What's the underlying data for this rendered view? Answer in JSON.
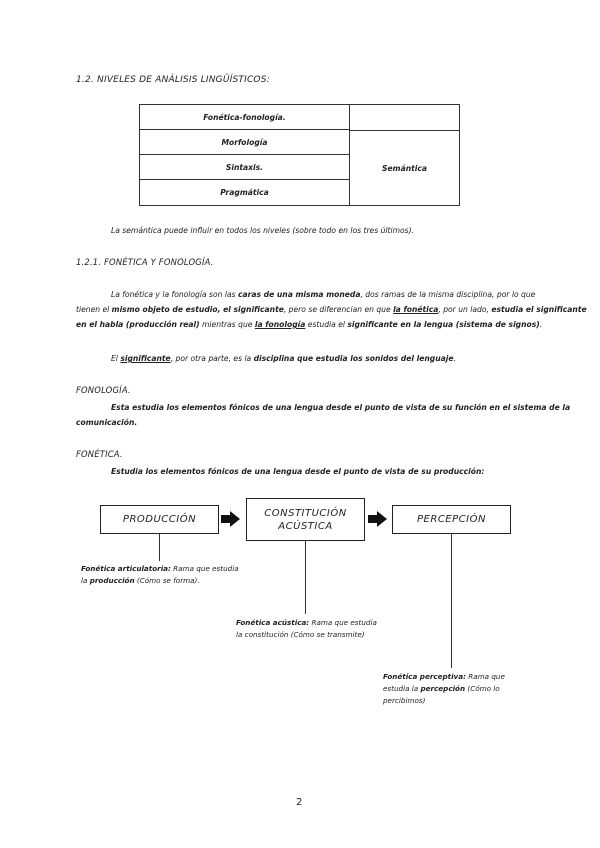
{
  "section": {
    "title": "1.2. NIVELES DE ANÁLISIS LINGÜÍSTICOS:"
  },
  "levels_table": {
    "rows": [
      "Fonética-fonología.",
      "Morfología",
      "Sintaxis.",
      "Pragmática"
    ],
    "right_label": "Semántica"
  },
  "note_semantics": "La semántica puede influir en todos los niveles (sobre todo en los tres últimos).",
  "subsection": {
    "title": "1.2.1. FONÉTICA Y FONOLOGÍA."
  },
  "para1": {
    "t1": "La fonética y la fonología son las ",
    "b1": "caras de una misma moneda",
    "t2": ", dos ramas de la misma disciplina, por lo que",
    "t3": "tienen el ",
    "b2": "mismo objeto de estudio, el significante",
    "t4": ", pero se diferencian en que ",
    "u1": "la fonética",
    "t5": ", por un lado, ",
    "b3": "estudia el significante",
    "b4": "en el habla (producción real)",
    "t6": " mientras que ",
    "u2": "la fonología",
    "t7": " estudia el ",
    "b5": "significante en la lengua (sistema de signos)",
    "t8": "."
  },
  "para2": {
    "t1": "El ",
    "u1": "significante",
    "t2": ", por otra parte, es la ",
    "b1": "disciplina que estudia los sonidos del lenguaje",
    "t3": "."
  },
  "fonologia": {
    "title": "FONOLOGÍA.",
    "text_line1": "Esta estudia los elementos fónicos de una lengua desde el punto de vista de su función en el sistema de la",
    "text_line2": "comunicación."
  },
  "fonetica": {
    "title": "FONÉTICA.",
    "text": "Estudia los elementos fónicos de una lengua desde el punto de vista de su producción:"
  },
  "diagram": {
    "box1": "PRODUCCIÓN",
    "box2_line1": "CONSTITUCIÓN",
    "box2_line2": "ACÚSTICA",
    "box3": "PERCEPCIÓN",
    "note1": {
      "b1": "Fonética articulatoria:",
      "t1": " Rama que estudia",
      "t2": "la ",
      "b2": "producción",
      "t3": " (Cómo se forma)."
    },
    "note2": {
      "b1": "Fonética acústica:",
      "t1": " Rama que estudia",
      "t2": "la constitución (Cómo se transmite)"
    },
    "note3": {
      "b1": "Fonética perceptiva:",
      "t1": " Rama que",
      "t2": "estudia la ",
      "b2": "percepción",
      "t3": " (Cómo lo",
      "t4": "percibimos)"
    }
  },
  "page_number": "2"
}
